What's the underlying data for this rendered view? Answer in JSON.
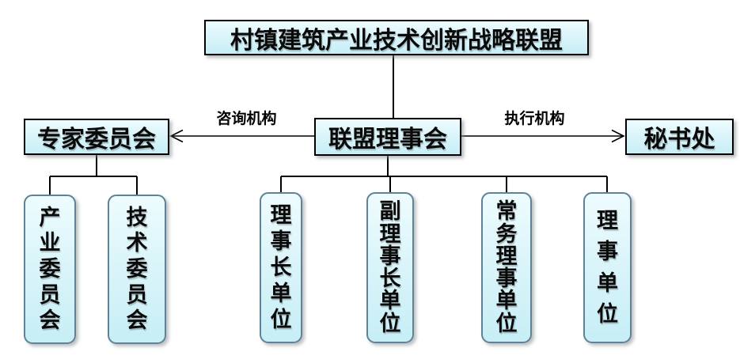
{
  "diagram": {
    "title_box": {
      "label": "村镇建筑产业技术创新战略联盟"
    },
    "council_box": {
      "label": "联盟理事会"
    },
    "expert_box": {
      "label": "专家委员会"
    },
    "secretariat_box": {
      "label": "秘书处"
    },
    "edges": {
      "advisory_label": "咨询机构",
      "executive_label": "执行机构"
    },
    "expert_children": [
      {
        "label": "产业委员会"
      },
      {
        "label": "技术委员会"
      }
    ],
    "council_children": [
      {
        "label": "理事长单位"
      },
      {
        "label": "副理事长单位"
      },
      {
        "label": "常务理事单位"
      },
      {
        "label": "理事单位"
      }
    ],
    "colors": {
      "box_fill_top": "#eefcfe",
      "box_fill_bottom": "#c7eef6",
      "rect_border": "#000000",
      "rounded_border": "#5f8296",
      "connector_line": "#000000",
      "text": "#0a0a0a",
      "background": "#ffffff"
    }
  }
}
